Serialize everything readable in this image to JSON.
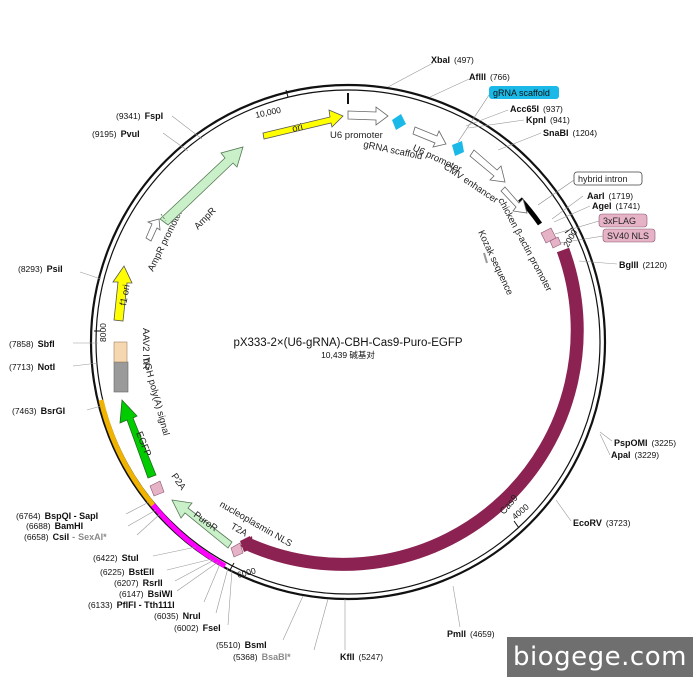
{
  "plasmid": {
    "name": "pX333-2×(U6-gRNA)-CBH-Cas9-Puro-EGFP",
    "size_label": "10,439 碱基对",
    "length": 10439
  },
  "ticks": [
    {
      "pos": 2000,
      "label": "2000"
    },
    {
      "pos": 4000,
      "label": "4000"
    },
    {
      "pos": 6000,
      "label": "6000"
    },
    {
      "pos": 8000,
      "label": "8000"
    },
    {
      "pos": 10000,
      "label": "10,000"
    }
  ],
  "sites": [
    {
      "name": "XbaI",
      "pos_label": "(497)"
    },
    {
      "name": "AflII",
      "pos_label": "(766)"
    },
    {
      "name": "Acc65I",
      "pos_label": "(937)"
    },
    {
      "name": "KpnI",
      "pos_label": "(941)"
    },
    {
      "name": "SnaBI",
      "pos_label": "(1204)"
    },
    {
      "name": "AarI",
      "pos_label": "(1719)"
    },
    {
      "name": "AgeI",
      "pos_label": "(1741)"
    },
    {
      "name": "BglII",
      "pos_label": "(2120)"
    },
    {
      "name": "PspOMI",
      "pos_label": "(3225)"
    },
    {
      "name": "ApaI",
      "pos_label": "(3229)"
    },
    {
      "name": "EcoRV",
      "pos_label": "(3723)"
    },
    {
      "name": "PmlI",
      "pos_label": "(4659)"
    },
    {
      "name": "KflI",
      "pos_label": "(5247)"
    },
    {
      "name": "BsaBI*",
      "pos_label": "(5368)"
    },
    {
      "name": "BsmI",
      "pos_label": "(5510)"
    },
    {
      "name": "FseI",
      "pos_label": "(6002)"
    },
    {
      "name": "NruI",
      "pos_label": "(6035)"
    },
    {
      "name": "PflFI - Tth111I",
      "pos_label": "(6133)"
    },
    {
      "name": "BsiWI",
      "pos_label": "(6147)"
    },
    {
      "name": "RsrII",
      "pos_label": "(6207)"
    },
    {
      "name": "BstEII",
      "pos_label": "(6225)"
    },
    {
      "name": "StuI",
      "pos_label": "(6422)"
    },
    {
      "name": "CsiI",
      "extra": "SexAI*",
      "pos_label": "(6658)"
    },
    {
      "name": "BamHI",
      "pos_label": "(6688)"
    },
    {
      "name": "BspQI - SapI",
      "pos_label": "(6764)"
    },
    {
      "name": "BsrGI",
      "pos_label": "(7463)"
    },
    {
      "name": "NotI",
      "pos_label": "(7713)"
    },
    {
      "name": "SbfI",
      "pos_label": "(7858)"
    },
    {
      "name": "PsiI",
      "pos_label": "(8293)"
    },
    {
      "name": "PvuI",
      "pos_label": "(9195)"
    },
    {
      "name": "FspI",
      "pos_label": "(9341)"
    }
  ],
  "features": {
    "ori_top": "ori",
    "u6_promoter_1": "U6 promoter",
    "grna_scaffold_1": "gRNA scaffold",
    "u6_promoter_2": "U6 promoter",
    "grna_scaffold_2": "gRNA scaffold",
    "cmv_enhancer": "CMV enhancer",
    "chicken_actin": "chicken β-actin promoter",
    "kozak": "Kozak sequence",
    "hybrid_intron": "hybrid intron",
    "flag": "3xFLAG",
    "sv40_nls": "SV40 NLS",
    "cas9": "Cas9",
    "nucleoplasmin_nls": "nucleoplasmin NLS",
    "t2a": "T2A",
    "puror": "PuroR",
    "p2a": "P2A",
    "egfp": "EGFP",
    "bgh": "bGH poly(A) signal",
    "av2_itr": "AAV2 ITR",
    "f1_ori": "f1 ori",
    "ampr_promoter": "AmpR promoter",
    "ampr": "AmpR"
  },
  "colors": {
    "cas9": "#8b2252",
    "ori": "#ffff00",
    "egfp": "#00cc00",
    "light_green": "#c9f0c9",
    "cyan": "#1ab9e8",
    "pink_tag": "#e6b3c6",
    "orange_arc": "#f0b400",
    "magenta_arc": "#ff00ff",
    "peach": "#f5d7b0",
    "grey_bgh": "#9a9a9a"
  },
  "watermark": "biogege.com"
}
